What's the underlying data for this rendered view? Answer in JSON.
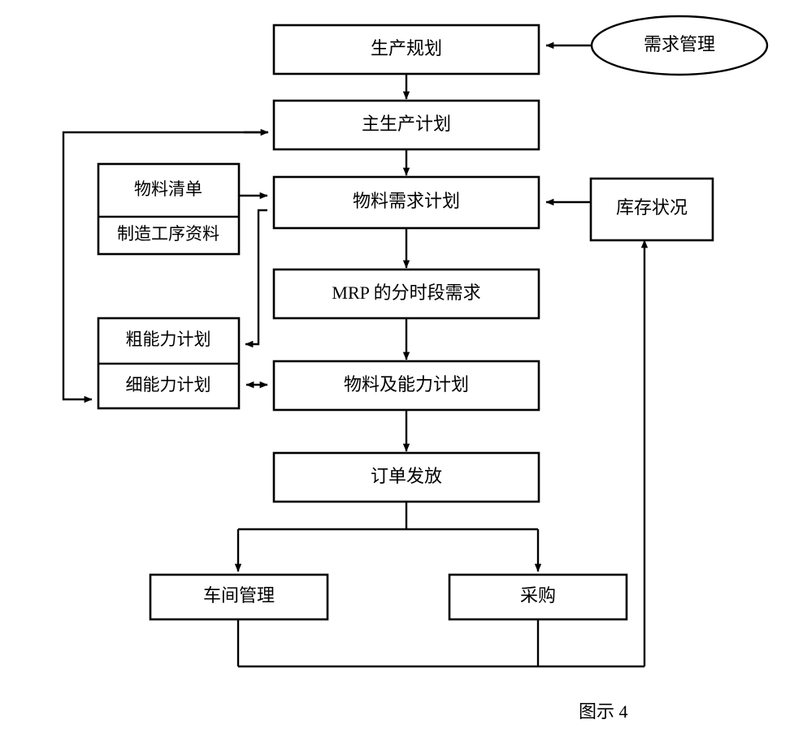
{
  "diagram": {
    "caption": "图示 4",
    "line_color": "#000000",
    "fill_color": "#ffffff",
    "nodes": {
      "production_planning": "生产规划",
      "demand_management": "需求管理",
      "master_production_schedule": "主生产计划",
      "bill_of_materials": "物料清单",
      "manufacturing_process_data": "制造工序资料",
      "material_requirement_planning": "物料需求计划",
      "inventory_status": "库存状况",
      "mrp_time_phased_requirements": "MRP 的分时段需求",
      "rough_capacity_planning": "粗能力计划",
      "detailed_capacity_planning": "细能力计划",
      "material_and_capacity_planning": "物料及能力计划",
      "order_release": "订单发放",
      "shop_floor_management": "车间管理",
      "purchasing": "采购"
    }
  }
}
